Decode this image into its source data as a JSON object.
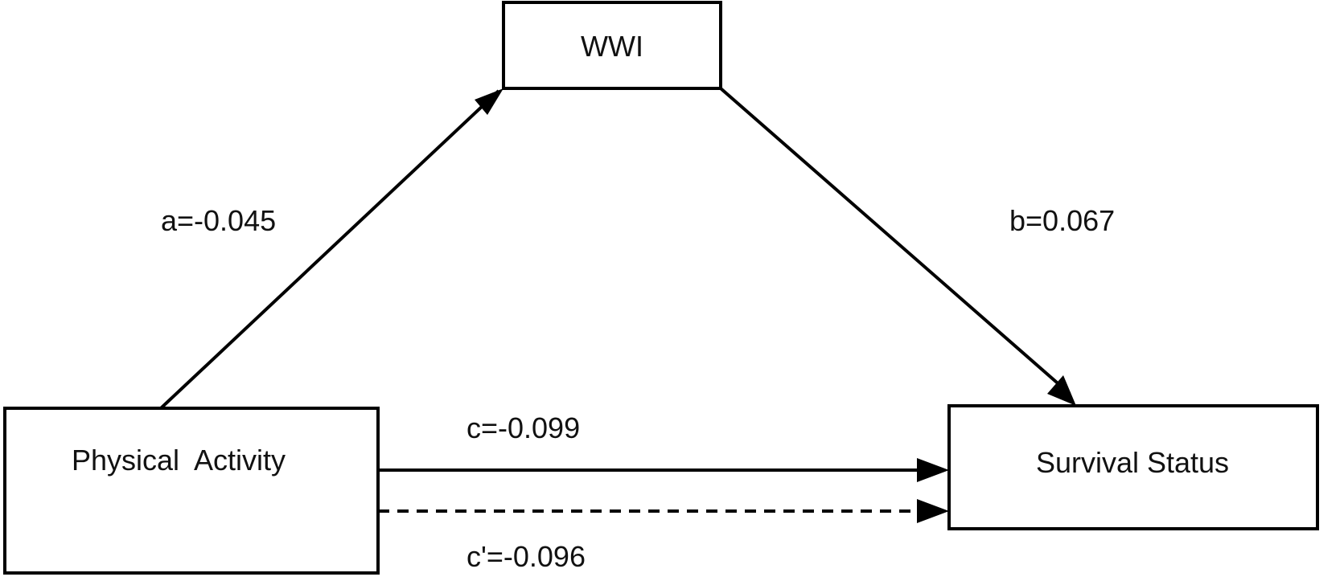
{
  "diagram": {
    "type": "mediation-model",
    "nodes": [
      {
        "id": "wwi",
        "label": "WWI",
        "role": "mediator"
      },
      {
        "id": "pa",
        "label": "Physical  Activity",
        "role": "independent"
      },
      {
        "id": "ss",
        "label": "Survival Status",
        "role": "dependent"
      }
    ],
    "edges": [
      {
        "id": "a",
        "from": "pa",
        "to": "wwi",
        "label": "a=-0.045",
        "coef": -0.045,
        "style": "solid"
      },
      {
        "id": "b",
        "from": "wwi",
        "to": "ss",
        "label": "b=0.067",
        "coef": 0.067,
        "style": "solid"
      },
      {
        "id": "c",
        "from": "pa",
        "to": "ss",
        "label": "c=-0.099",
        "coef": -0.099,
        "style": "solid"
      },
      {
        "id": "c_prime",
        "from": "pa",
        "to": "ss",
        "label": "c'=-0.096",
        "coef": -0.096,
        "style": "dashed"
      }
    ]
  }
}
